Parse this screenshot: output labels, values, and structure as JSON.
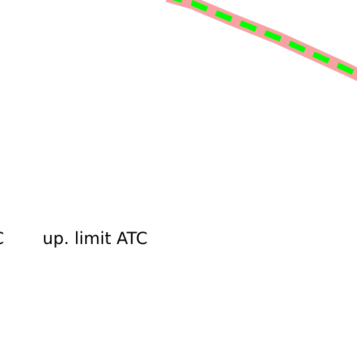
{
  "map": {
    "background_color": "#ffffff",
    "route": {
      "casing_color": "#f7a2a2",
      "centerline_color": "#00ff00",
      "centerline_style": "dashed"
    },
    "labels": {
      "left_fragment": "C",
      "right": "up. limit ATC"
    }
  }
}
